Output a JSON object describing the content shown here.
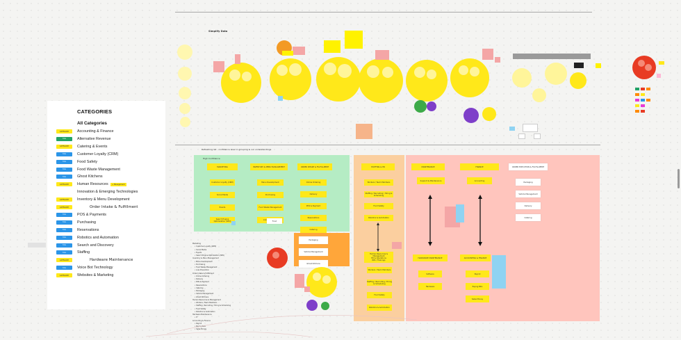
{
  "board": {
    "section1_title": "Simplify Data",
    "section2_title": "Refreshing list - confidence level in grouping & our understandings",
    "high_confidence_label": "High Confidence"
  },
  "categories_panel": {
    "title": "CATEGORIES",
    "all_label": "All Categories",
    "items": [
      {
        "badge": "CATEGORY",
        "label": "Accounting & Finance",
        "color": "yellow"
      },
      {
        "badge": "TAG",
        "label": "Alternative Revenue",
        "color": "green"
      },
      {
        "badge": "CATEGORY",
        "label": "Catering & Events",
        "color": "yellow"
      },
      {
        "badge": "TAG",
        "label": "Customer Loyalty (CRM)",
        "color": "blue"
      },
      {
        "badge": "TAG",
        "label": "Food Safety",
        "color": "blue"
      },
      {
        "badge": "TAG",
        "label": "Food Waste Management",
        "color": "blue"
      },
      {
        "badge": "TAG",
        "label": "Ghost Kitchens",
        "color": "blue"
      },
      {
        "badge": "CATEGORY",
        "label": "Human Resources",
        "color": "yellow",
        "extra": "+ Management"
      },
      {
        "badge": "",
        "label": "Innovation & Emerging Technologies",
        "color": "none"
      },
      {
        "badge": "CATEGORY",
        "label": "Inventory & Menu Development",
        "color": "yellow"
      },
      {
        "badge": "CATEGORY",
        "label": "",
        "color": "yellow",
        "note": "Order Intake & Fulfillment"
      },
      {
        "badge": "TAG",
        "label": "POS & Payments",
        "color": "blue"
      },
      {
        "badge": "TAG",
        "label": "Purchasing",
        "color": "blue"
      },
      {
        "badge": "TAG",
        "label": "Reservations",
        "color": "blue"
      },
      {
        "badge": "TAG",
        "label": "Robotics and Automation",
        "color": "blue"
      },
      {
        "badge": "TAG",
        "label": "Search and Discovery",
        "color": "blue"
      },
      {
        "badge": "TAG",
        "label": "Staffing",
        "color": "blue"
      },
      {
        "badge": "CATEGORY",
        "label": "",
        "color": "yellow",
        "note": "Hardware Maintenance"
      },
      {
        "badge": "TAG",
        "label": "Voice Bot Technology",
        "color": "blue"
      },
      {
        "badge": "CATEGORY",
        "label": "Websites & Marketing",
        "color": "yellow"
      }
    ]
  },
  "zones": {
    "green": {
      "headers": [
        "MARKETING",
        "INVENTORY & MENU MANAGEMENT",
        "ORDER INTAKE & FULFILLMENT"
      ],
      "col1": [
        "Customer Loyalty (CRM)",
        "Social Media",
        "Events",
        "Search Engine Optimization (SEO)"
      ],
      "col2": [
        "Menu Development",
        "Purchasing",
        "Food Waste Management",
        "Loss Prevention"
      ],
      "col2_extra": "Food",
      "col3": [
        "Online Ordering",
        "Delivery",
        "POS & Payment",
        "Reservations",
        "Catering"
      ]
    },
    "orange_small": {
      "items": [
        "Packaging",
        "Vehicle Management",
        "Ghost Kitchens"
      ]
    },
    "peach": {
      "header": "STAFFING & HR",
      "items": [
        "Workers / Team Members",
        "Staffing / Recruiting / Hiring & Scheduling",
        "Food Safety",
        "Robotics & Automation"
      ],
      "lower_header": "Human Resources & Management",
      "lower_sub": [
        "HR & Operations",
        "RPA / Trainings"
      ],
      "lower_items": [
        "Workers / Team Members",
        "Staffing / Recruiting / Hiring & Scheduling",
        "Food Safety",
        "Robotics & Automation"
      ]
    },
    "pink": {
      "headers": [
        "MAINTENANCE",
        "FINANCE",
        "ORDER EXECUTION & FULFILLMENT"
      ],
      "maint_items": [
        "Support & Maintenance"
      ],
      "finance_items": [
        "Accounting"
      ],
      "order_items": [
        "Packaging",
        "Vehicle Management",
        "Delivery",
        "Catering"
      ],
      "lower_headers": [
        "HARDWARE MAINTENANCE",
        "ACCOUNTING & FINANCE"
      ],
      "hw_items": [
        "Software",
        "Hardware"
      ],
      "acct_items": [
        "Payroll",
        "Paying Bills",
        "Sales Money"
      ]
    }
  },
  "outline_list": [
    "Marketing",
    "• Customer Loyalty (CRM)",
    "• Social Media",
    "• Events",
    "• Search Engine Optimization (SEO)",
    "Inventory & Menu Management",
    "• Menu Development",
    "• Purchasing",
    "• Food Waste Management",
    "• Loss Prevention",
    "Order Intake & Fulfillment",
    "• Online Ordering",
    "• Delivery",
    "• POS & Payment",
    "• Reservations",
    "• Catering",
    "• Packaging",
    "• Vehicle Management",
    "• Ghost Kitchens",
    "Human Resources & Management",
    "• Workers / Team Members",
    "• Staffing / Recruiting / Hiring & Scheduling",
    "• Food Safety",
    "• Robotics & Automation",
    "Hardware Maintenance",
    "• IT",
    "Accounting & Finance",
    "• Payroll",
    "• Paying Bills",
    "• Sales Money"
  ],
  "colors": {
    "green_zone": "#b5ecc4",
    "peach_zone": "#fbcf9f",
    "pink_zone": "#ffc5bd",
    "orange_small": "#ffa63a",
    "yellow": "#ffe81a",
    "tag_blue": "#2b95e8",
    "tag_green": "#21a266"
  }
}
